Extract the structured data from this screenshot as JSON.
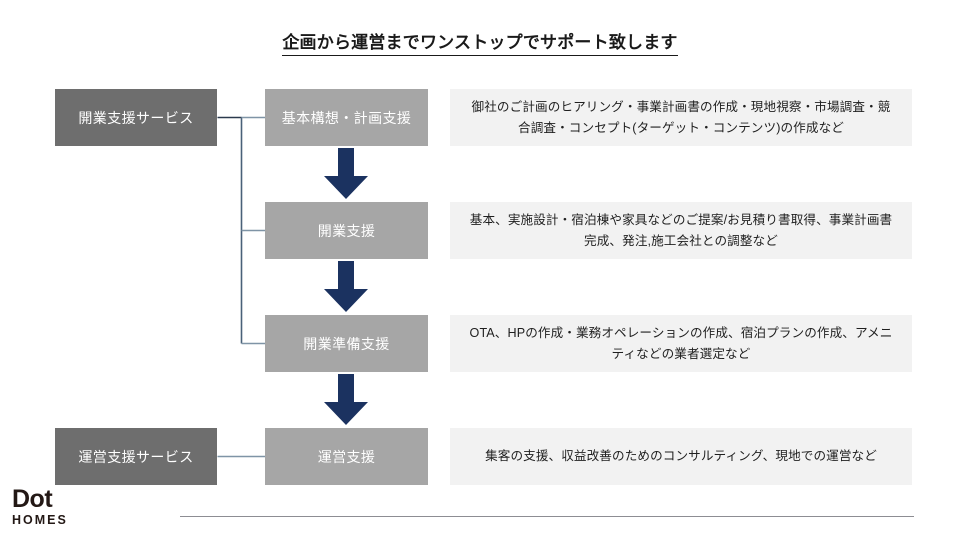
{
  "slide": {
    "title": "企画から運営までワンストップでサポート致します",
    "background_color": "#ffffff"
  },
  "theme": {
    "category_box_color": "#6e6e6e",
    "step_box_color": "#a6a6a6",
    "description_panel_color": "#f2f2f2",
    "arrow_color": "#1b3260",
    "connector_line_color": "#4a6179",
    "title_text_color": "#1a1a1a",
    "box_text_color": "#ffffff",
    "description_text_color": "#1f1f1f",
    "footer_rule_color": "#8d8d93",
    "logo_color": "#231815"
  },
  "categories": [
    {
      "label": "開業支援サービス"
    },
    {
      "label": "運営支援サービス"
    }
  ],
  "steps": [
    {
      "label": "基本構想・計画支援",
      "description": "御社のご計画のヒアリング・事業計画書の作成・現地視察・市場調査・競合調査・コンセプト(ターゲット・コンテンツ)の作成など"
    },
    {
      "label": "開業支援",
      "description": "基本、実施設計・宿泊棟や家具などのご提案/お見積り書取得、事業計画書完成、発注,施工会社との調整など"
    },
    {
      "label": "開業準備支援",
      "description": "OTA、HPの作成・業務オペレーションの作成、宿泊プランの作成、アメニティなどの業者選定など"
    },
    {
      "label": "運営支援",
      "description": "集客の支援、収益改善のためのコンサルティング、現地での運営など"
    }
  ],
  "arrows": [
    {
      "name": "arrow-down-1",
      "direction": "down"
    },
    {
      "name": "arrow-down-2",
      "direction": "down"
    },
    {
      "name": "arrow-down-3",
      "direction": "down"
    }
  ],
  "footer": {
    "logo_primary": "Dot",
    "logo_secondary": "HOMES"
  }
}
